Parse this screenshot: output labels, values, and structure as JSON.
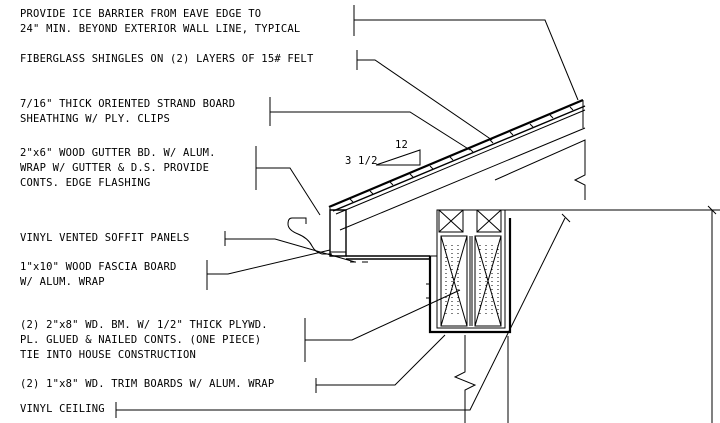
{
  "notes": {
    "ice_barrier_1": "PROVIDE ICE BARRIER FROM EAVE EDGE TO",
    "ice_barrier_2": "24\" MIN. BEYOND EXTERIOR WALL LINE, TYPICAL",
    "shingles": "FIBERGLASS SHINGLES ON (2) LAYERS OF 15# FELT",
    "osb_1": "7/16\" THICK ORIENTED STRAND BOARD",
    "osb_2": "SHEATHING W/ PLY. CLIPS",
    "gutter_1": "2\"x6\" WOOD GUTTER BD. W/ ALUM.",
    "gutter_2": "WRAP W/ GUTTER & D.S. PROVIDE",
    "gutter_3": "CONTS. EDGE FLASHING",
    "soffit": "VINYL VENTED SOFFIT PANELS",
    "fascia_1": "1\"x10\" WOOD FASCIA BOARD",
    "fascia_2": "W/ ALUM. WRAP",
    "beam_1": "(2) 2\"x8\" WD. BM. W/ 1/2\" THICK PLYWD.",
    "beam_2": "PL. GLUED & NAILED CONTS. (ONE PIECE)",
    "beam_3": "TIE INTO HOUSE CONSTRUCTION",
    "trim": "(2) 1\"x8\" WD. TRIM BOARDS W/ ALUM. WRAP",
    "ceiling": "VINYL CEILING"
  },
  "slope": {
    "rise": "3 1/2",
    "run": "12"
  }
}
